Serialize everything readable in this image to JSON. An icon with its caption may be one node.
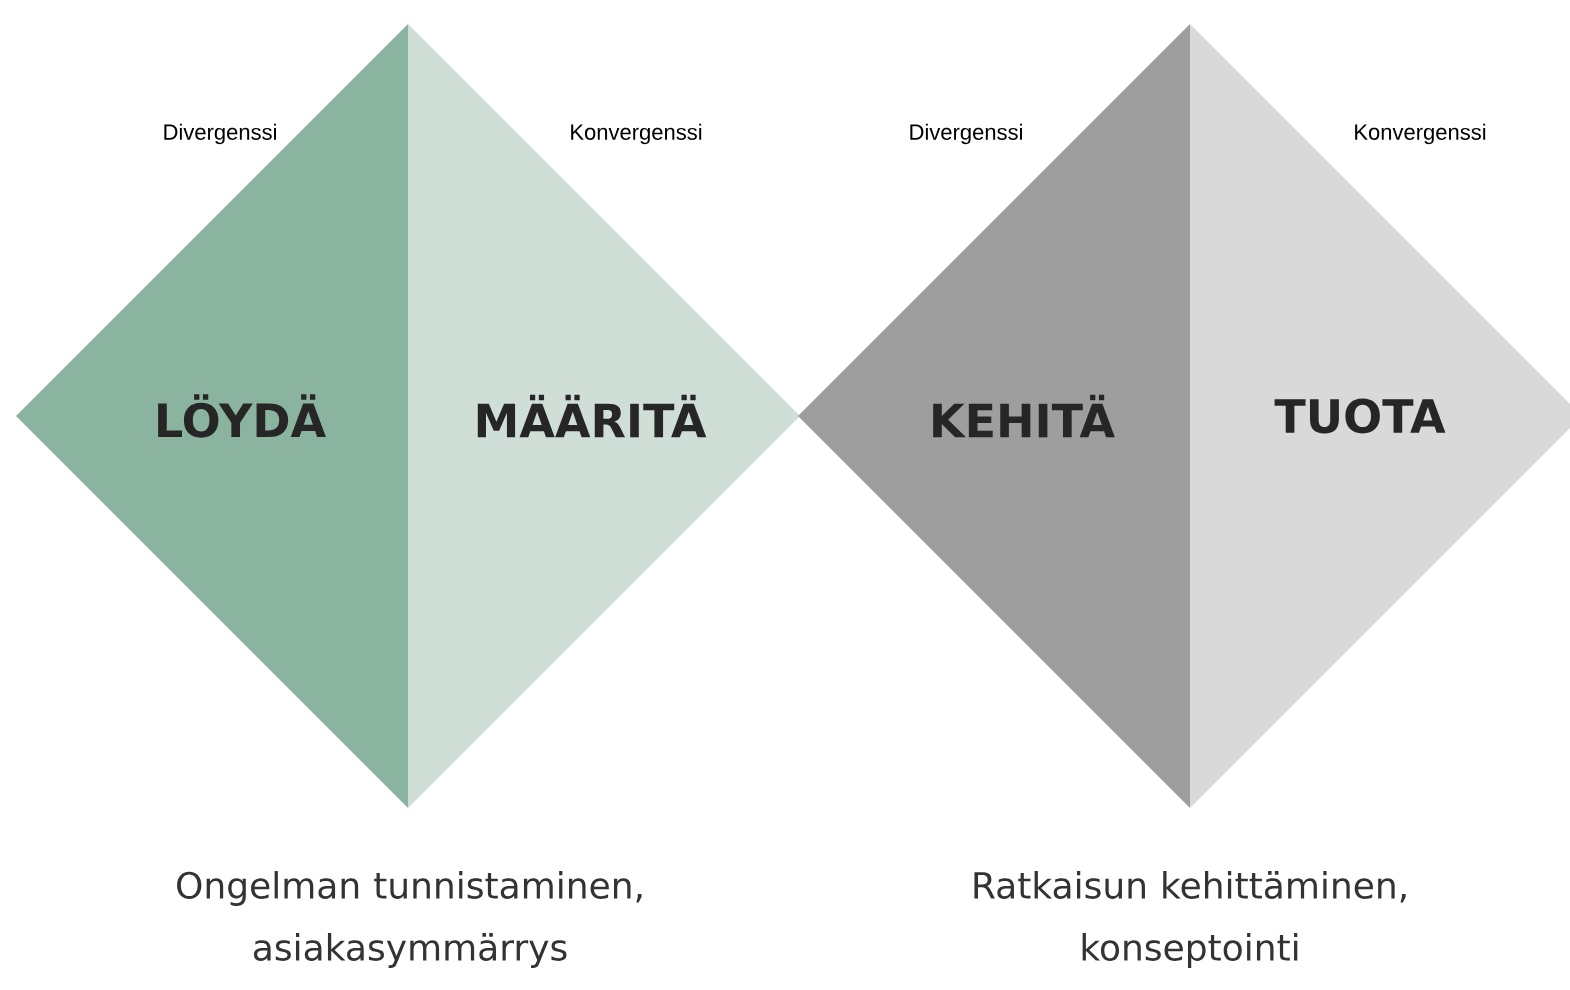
{
  "diagram": {
    "nodes": [
      {
        "text": [
          "LÖYDÄ"
        ],
        "beside": [
          "Divergenssi"
        ]
      },
      {
        "text": [
          "MÄÄRITÄ"
        ],
        "beside": [
          "Konvergenssi"
        ]
      },
      {
        "text": [
          "KEHITÄ"
        ],
        "beside": [
          "Divergenssi"
        ]
      },
      {
        "text": [
          "TUOTA"
        ],
        "beside": [
          "Konvergenssi"
        ]
      }
    ],
    "labels": [
      "Ongelman tunnistaminen, asiakasymmärrys",
      "Ratkaisun kehittäminen, konseptointi"
    ]
  }
}
